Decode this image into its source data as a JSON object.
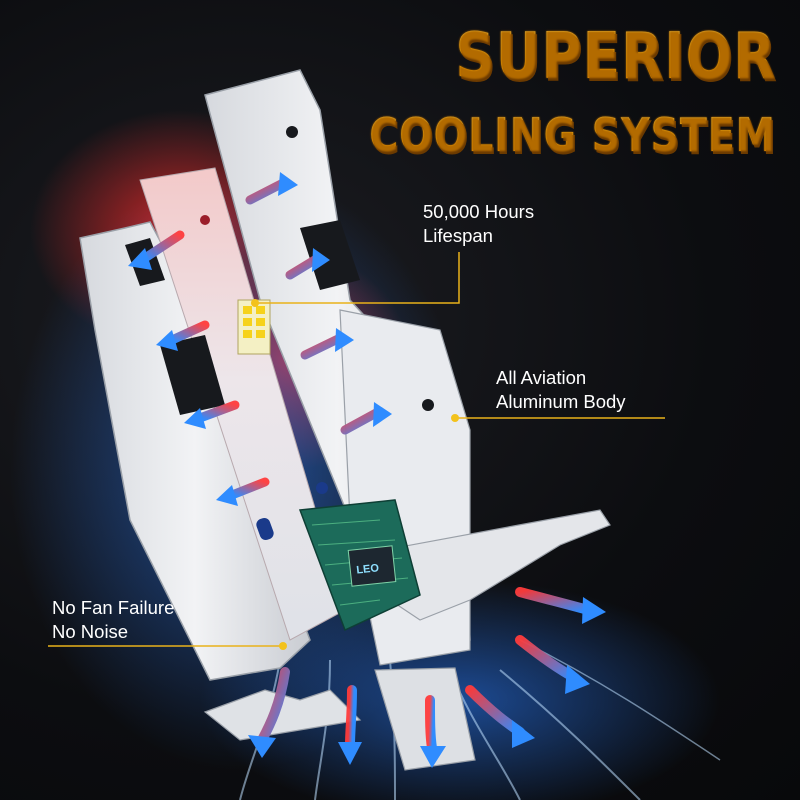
{
  "headline": {
    "line1": "SUPERIOR",
    "line2": "COOLING SYSTEM"
  },
  "callouts": [
    {
      "line1": "50,000 Hours",
      "line2": "Lifespan"
    },
    {
      "line1": "All Aviation",
      "line2": "Aluminum Body"
    },
    {
      "line1": "No Fan Failure",
      "line2": "No Noise"
    }
  ],
  "chip_label": "LEO",
  "colors": {
    "background": "#0c0d10",
    "title_gold": "#ffb400",
    "callout_line": "#e9b21a",
    "heat_red": "#ff2a2a",
    "cool_blue": "#1e8fff",
    "aluminum": "#e6e8ec",
    "pcb_green": "#1c6b5a"
  }
}
